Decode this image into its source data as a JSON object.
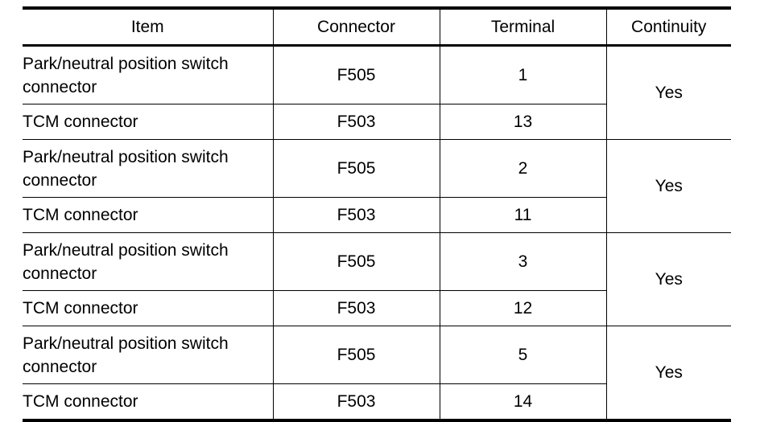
{
  "headers": {
    "item": "Item",
    "connector": "Connector",
    "terminal": "Terminal",
    "continuity": "Continuity"
  },
  "groups": [
    {
      "rows": [
        {
          "item": "Park/neutral position switch connector",
          "connector": "F505",
          "terminal": "1"
        },
        {
          "item": "TCM connector",
          "connector": "F503",
          "terminal": "13"
        }
      ],
      "continuity": "Yes"
    },
    {
      "rows": [
        {
          "item": "Park/neutral position switch connector",
          "connector": "F505",
          "terminal": "2"
        },
        {
          "item": "TCM connector",
          "connector": "F503",
          "terminal": "11"
        }
      ],
      "continuity": "Yes"
    },
    {
      "rows": [
        {
          "item": "Park/neutral position switch connector",
          "connector": "F505",
          "terminal": "3"
        },
        {
          "item": "TCM connector",
          "connector": "F503",
          "terminal": "12"
        }
      ],
      "continuity": "Yes"
    },
    {
      "rows": [
        {
          "item": "Park/neutral position switch connector",
          "connector": "F505",
          "terminal": "5"
        },
        {
          "item": "TCM connector",
          "connector": "F503",
          "terminal": "14"
        }
      ],
      "continuity": "Yes"
    }
  ]
}
